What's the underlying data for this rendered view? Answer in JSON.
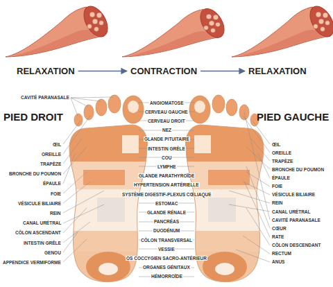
{
  "diagram": {
    "nodes": [
      {
        "text": [
          "RELAXATION"
        ]
      },
      {
        "text": [
          "CONTRACTION"
        ]
      },
      {
        "text": [
          "RELAXATION"
        ]
      }
    ],
    "edges": [
      {
        "from": 0,
        "to": 1,
        "arrow": "to"
      },
      {
        "from": 1,
        "to": 2,
        "arrow": "to"
      }
    ],
    "labels": [
      "CAVITÉ PARANASALE",
      "PIED DROIT",
      "PIED GAUCHE",
      "ANGIOMATOSE",
      "CERVEAU GAUCHE",
      "CERVEAU DROIT",
      "NEZ",
      "GLANDE PITUITAIRE",
      "INTESTIN GRÊLE",
      "COU",
      "LYMPHE",
      "GLANDE PARATHYROÏDE",
      "HYPERTENSION ARTÉRIELLE",
      "SYSTÈME DIGESTIF-PLEXUS CŒLIAQUE",
      "ESTOMAC",
      "GLANDE RÉNALE",
      "PANCRÉAS",
      "DUODÉNUM",
      "CÔLON TRANSVERSAL",
      "VESSIE",
      "OS COCCYGIEN SACRO-ANTÉRIEUR",
      "ORGANES GÉNITAUX",
      "HÉMORROÏDE",
      "ŒIL",
      "OREILLE",
      "TRAPÈZE",
      "BRONCHE DU POUMON",
      "ÉPAULE",
      "FOIE",
      "VÉSICULE BILIAIRE",
      "REIN",
      "CANAL URÉTRAL",
      "CÔLON ASCENDANT",
      "INTESTIN GRÊLE",
      "GENOU",
      "APPENDICE VERMIFORME",
      "ŒIL",
      "OREILLE",
      "TRAPÈZE",
      "BRONCHE DU POUMON",
      "ÉPAULE",
      "FOIE",
      "VÉSICULE BILIAIRE",
      "REIN",
      "CANAL URÉTRAL",
      "CAVITÉ PARANASALE",
      "CŒUR",
      "RATE",
      "CÔLON DESCENDANT",
      "RECTUM",
      "ANUS"
    ]
  }
}
